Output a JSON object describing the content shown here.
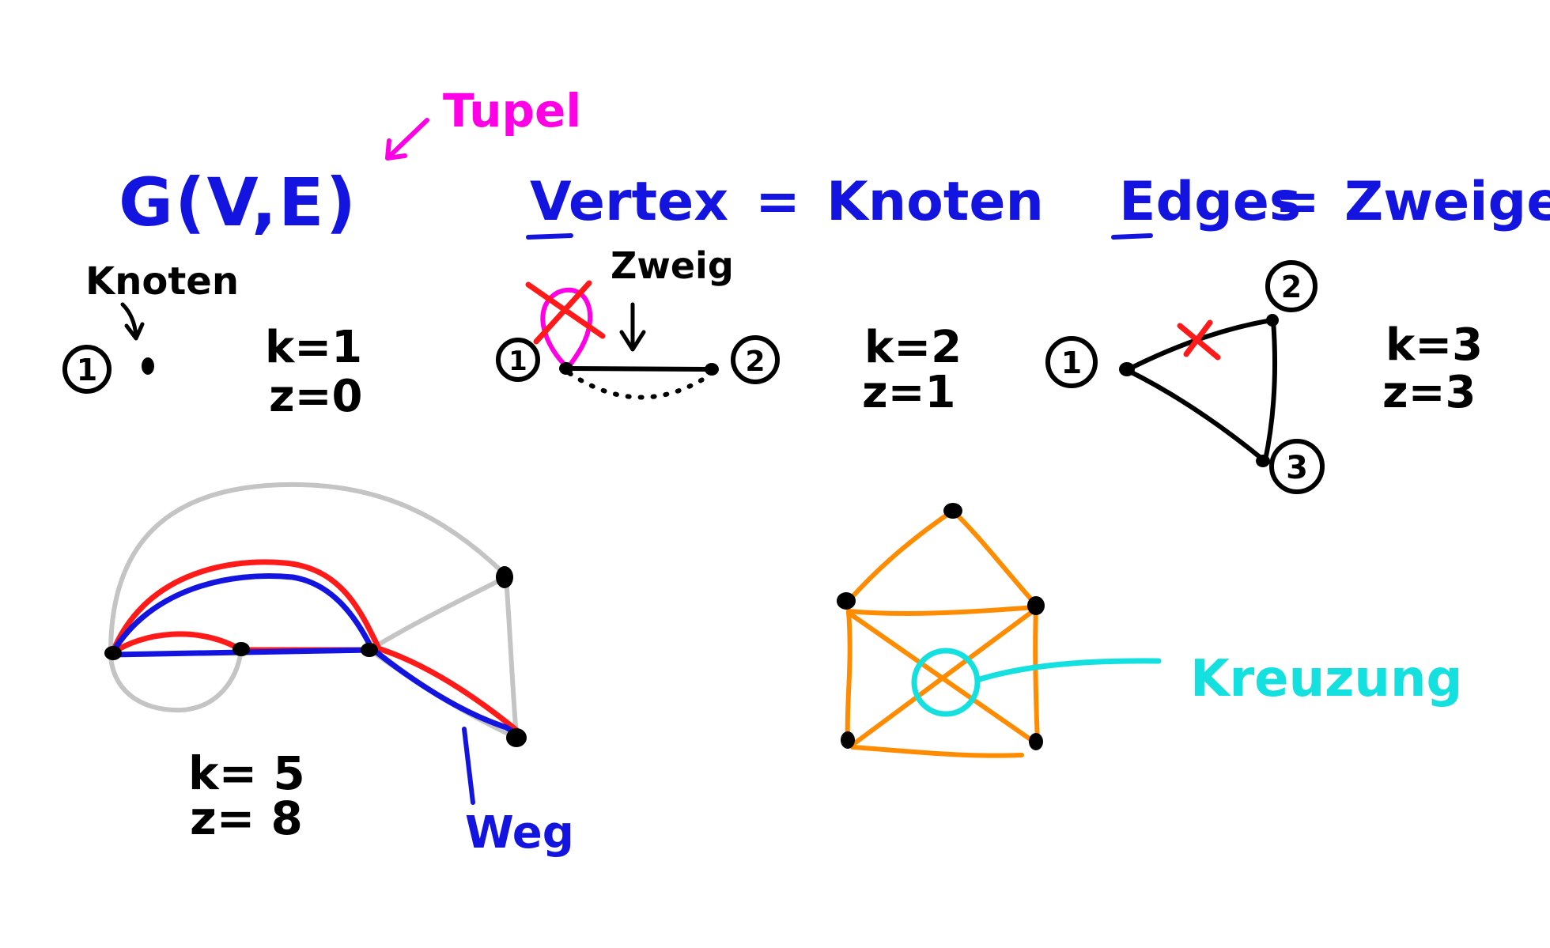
{
  "colors": {
    "blue": "#1414e0",
    "black": "#000000",
    "magenta": "#ff00e6",
    "red": "#ff1a1a",
    "gray": "#c4c4c4",
    "orange": "#ff8c00",
    "cyan": "#14e0e0"
  },
  "header": {
    "graph_def": "G(V,E)",
    "tupel": "Tupel",
    "vertex_word": "Vertex",
    "vertex_eq": "=",
    "vertex_de": "Knoten",
    "edges_word": "Edges",
    "edges_eq": "=",
    "edges_de": "Zweige"
  },
  "example1": {
    "label": "Knoten",
    "node": "1",
    "k": "k=1",
    "z": "z=0"
  },
  "example2": {
    "label": "Zweig",
    "node1": "1",
    "node2": "2",
    "k": "k=2",
    "z": "z=1"
  },
  "example3": {
    "node1": "1",
    "node2": "2",
    "node3": "3",
    "k": "k=3",
    "z": "z=3"
  },
  "example4": {
    "k": "k= 5",
    "z": "z= 8",
    "path_label": "Weg"
  },
  "example5": {
    "crossing_label": "Kreuzung"
  }
}
